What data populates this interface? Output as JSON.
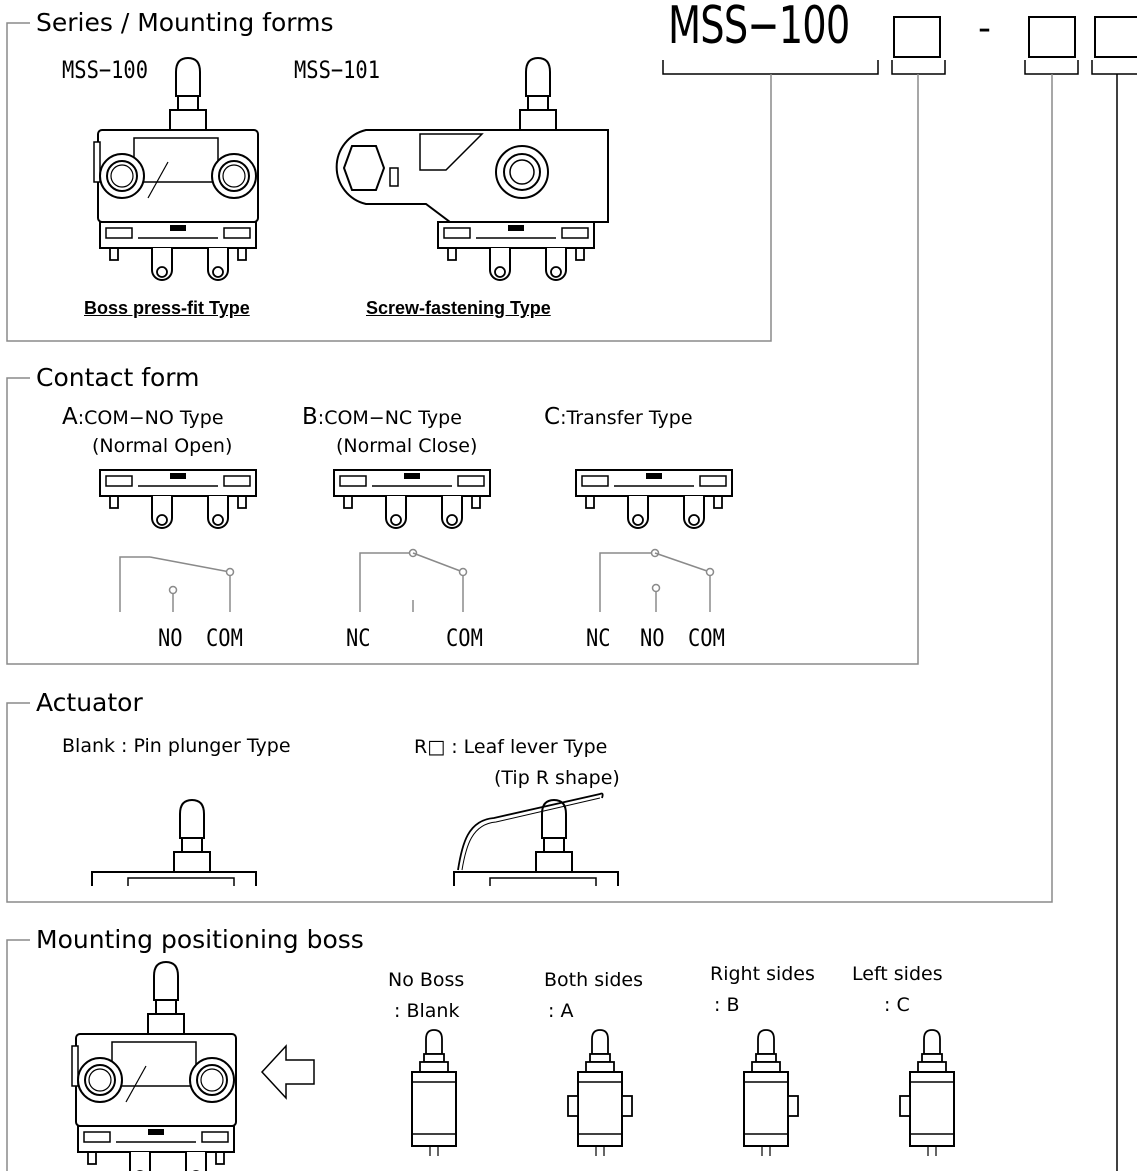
{
  "part_number": {
    "base": "MSS−100",
    "box_glyph": "□",
    "dash": "-"
  },
  "sections": {
    "series": {
      "title": "Series / Mounting forms",
      "models": [
        {
          "name": "MSS−100",
          "caption": "Boss press-fit Type"
        },
        {
          "name": "MSS−101",
          "caption": "Screw-fastening Type"
        }
      ]
    },
    "contact": {
      "title": "Contact form",
      "types": [
        {
          "code": "A",
          "sep": ":",
          "label": "COM−NO Type",
          "sub": "(Normal Open)",
          "terminals": [
            "NO",
            "COM"
          ]
        },
        {
          "code": "B",
          "sep": ":",
          "label": "COM−NC Type",
          "sub": "(Normal Close)",
          "terminals": [
            "NC",
            "COM"
          ]
        },
        {
          "code": "C",
          "sep": ":",
          "label": "Transfer Type",
          "sub": "",
          "terminals": [
            "NC",
            "NO",
            "COM"
          ]
        }
      ]
    },
    "actuator": {
      "title": "Actuator",
      "options": [
        {
          "label": "Blank : Pin plunger Type",
          "sub": ""
        },
        {
          "label": "R□ : Leaf lever Type",
          "sub": "(Tip R shape)"
        }
      ]
    },
    "boss": {
      "title": "Mounting positioning boss",
      "options": [
        {
          "label": "No Boss",
          "code": ": Blank"
        },
        {
          "label": "Both sides",
          "code": ": A"
        },
        {
          "label": "Right sides",
          "code": ": B"
        },
        {
          "label": "Left sides",
          "code": ": C"
        }
      ]
    }
  }
}
